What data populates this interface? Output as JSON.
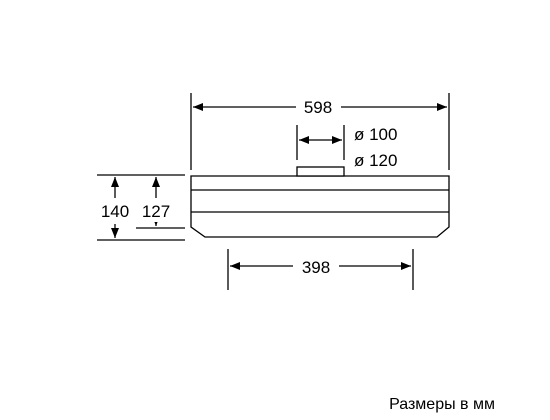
{
  "drawing": {
    "width_label": "598",
    "bottom_width_label": "398",
    "duct_small_label": "ø 100",
    "duct_large_label": "ø 120",
    "height_total_label": "140",
    "height_body_label": "127"
  },
  "caption": "Размеры в мм"
}
